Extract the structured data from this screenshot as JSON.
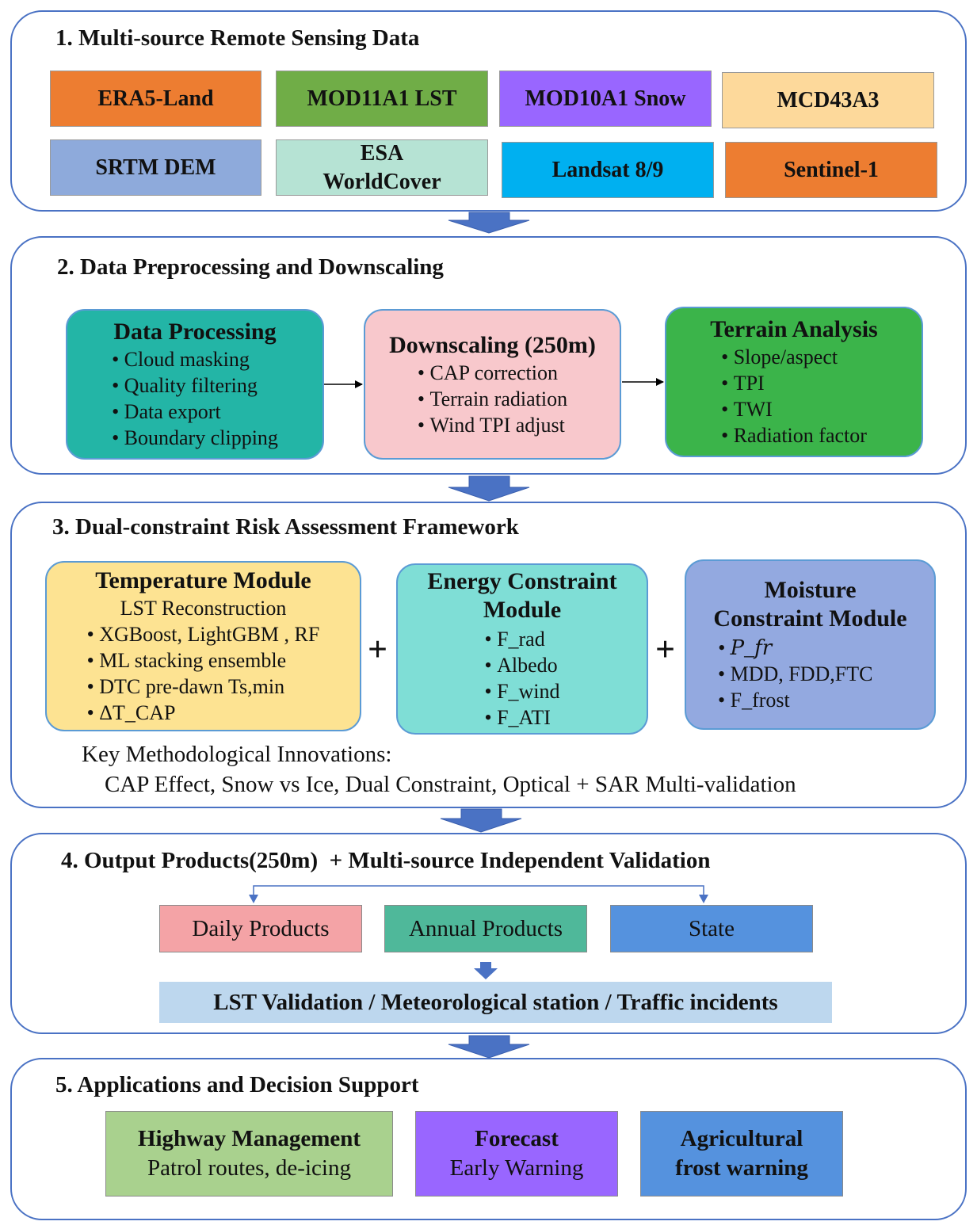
{
  "colors": {
    "panel_border": "#4a72c4",
    "arrow_fill": "#4a72c4",
    "era5": "#ed7d31",
    "mod11": "#70ad47",
    "mod10": "#9966ff",
    "mcd43": "#fdd99b",
    "srtm": "#8eaadb",
    "esa": "#b6e3d4",
    "landsat": "#00b0f0",
    "sentinel": "#ed7d31",
    "data_processing": "#23b5a6",
    "downscaling": "#f8c8cc",
    "terrain": "#3bb44a",
    "temperature": "#fde392",
    "energy": "#7fded6",
    "moisture": "#93a9e0",
    "daily": "#f4a3a6",
    "annual": "#4fb89a",
    "state": "#5592de",
    "validation": "#bdd7ee",
    "highway": "#a9d18e",
    "forecast": "#9966ff",
    "agri": "#5592de"
  },
  "s1": {
    "title": "1. Multi-source Remote Sensing Data",
    "sources": [
      "ERA5-Land",
      "MOD11A1 LST",
      "MOD10A1 Snow",
      "MCD43A3",
      "SRTM DEM",
      "ESA\nWorldCover",
      "Landsat 8/9",
      "Sentinel-1"
    ]
  },
  "s2": {
    "title": "2. Data Preprocessing and Downscaling",
    "processing": {
      "title": "Data Processing",
      "items": [
        "Cloud masking",
        "Quality filtering",
        "Data export",
        "Boundary clipping"
      ]
    },
    "downscaling": {
      "title": "Downscaling (250m)",
      "items": [
        "CAP correction",
        "Terrain radiation",
        "Wind TPI adjust"
      ]
    },
    "terrain": {
      "title": "Terrain Analysis",
      "items": [
        "Slope/aspect",
        "TPI",
        "TWI",
        "Radiation factor"
      ]
    }
  },
  "s3": {
    "title": "3. Dual-constraint Risk Assessment Framework",
    "temperature": {
      "title": "Temperature Module",
      "subtitle": "LST Reconstruction",
      "items": [
        "XGBoost, LightGBM , RF",
        "ML stacking ensemble",
        "DTC pre-dawn Ts,min",
        "ΔT_CAP"
      ]
    },
    "energy": {
      "title_1": "Energy Constraint",
      "title_2": "Module",
      "items": [
        "F_rad",
        "Albedo",
        "F_wind",
        "F_ATI"
      ]
    },
    "moisture": {
      "title_1": "Moisture",
      "title_2": "Constraint Module",
      "items": [
        "𝑃_𝑓𝑟",
        "MDD, FDD,FTC",
        "F_frost"
      ]
    },
    "plus": "+",
    "innovations_label": "Key Methodological Innovations:",
    "innovations_text": "CAP Effect, Snow vs Ice, Dual Constraint, Optical + SAR Multi-validation"
  },
  "s4": {
    "title": "4. Output Products(250m)  + Multi-source Independent Validation",
    "products": [
      "Daily Products",
      "Annual Products",
      "State"
    ],
    "validation": "LST Validation / Meteorological station / Traffic incidents"
  },
  "s5": {
    "title": "5. Applications and Decision Support",
    "highway": {
      "title": "Highway Management",
      "sub": "Patrol routes, de-icing"
    },
    "forecast": {
      "title": "Forecast",
      "sub": "Early Warning"
    },
    "agri": {
      "title_1": "Agricultural",
      "title_2": "frost warning"
    }
  }
}
